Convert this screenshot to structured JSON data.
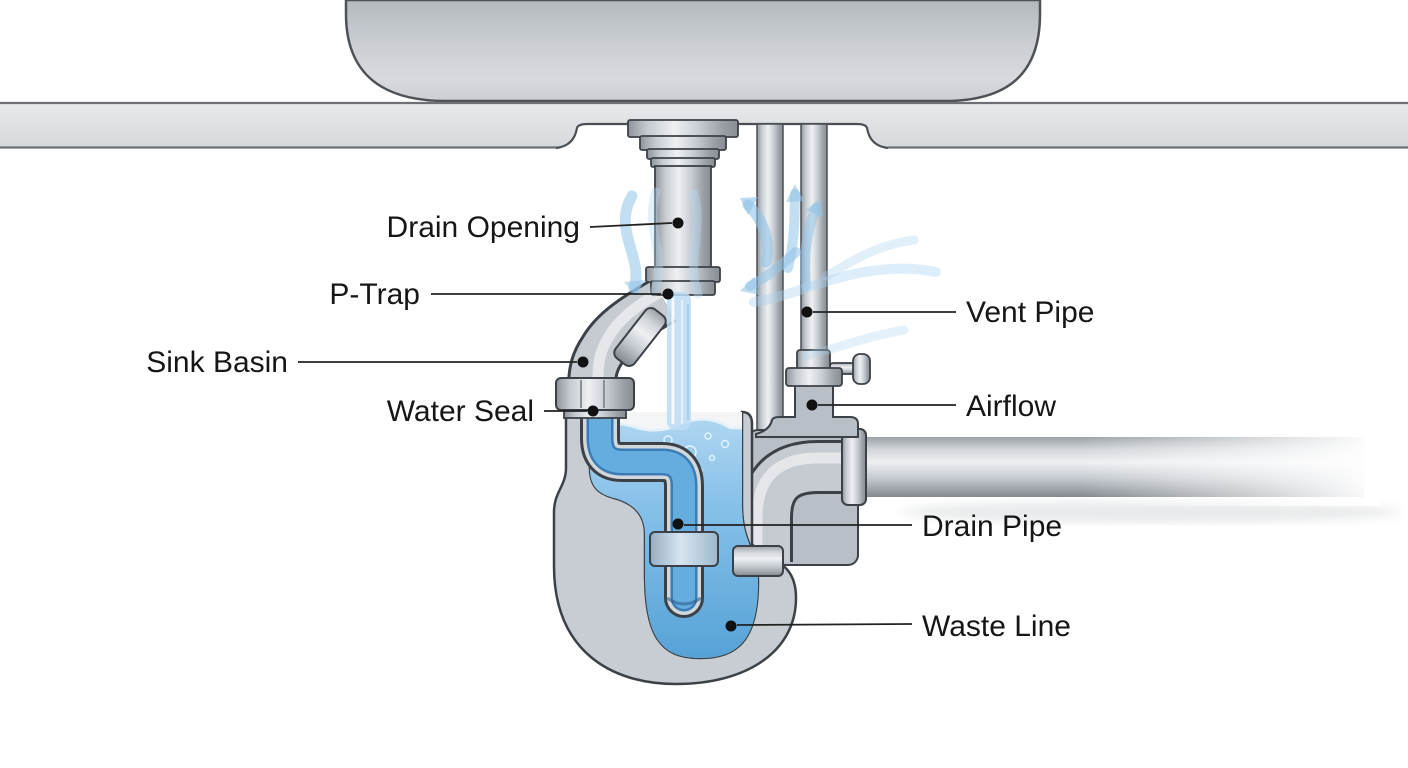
{
  "diagram": {
    "labels": [
      {
        "id": "drain-opening",
        "text": "Drain Opening",
        "side": "left"
      },
      {
        "id": "p-trap",
        "text": "P-Trap",
        "side": "left"
      },
      {
        "id": "sink-basin",
        "text": "Sink Basin",
        "side": "left"
      },
      {
        "id": "water-seal",
        "text": "Water Seal",
        "side": "left"
      },
      {
        "id": "vent-pipe",
        "text": "Vent Pipe",
        "side": "right"
      },
      {
        "id": "airflow",
        "text": "Airflow",
        "side": "right"
      },
      {
        "id": "drain-pipe",
        "text": "Drain Pipe",
        "side": "right"
      },
      {
        "id": "waste-line",
        "text": "Waste Line",
        "side": "right"
      }
    ],
    "colors": {
      "background": "#ffffff",
      "metal_light": "#eef0f2",
      "metal_mid": "#c8cdd3",
      "metal_dark": "#8b9097",
      "junction_gray": "#b9bfc6",
      "outline": "#3c4147",
      "countertop": "#e0e3e6",
      "water": "#5ea8db",
      "water_light": "#a9d2ee",
      "airflow_arrow": "#8fc3e8",
      "label_text": "#161616"
    }
  }
}
